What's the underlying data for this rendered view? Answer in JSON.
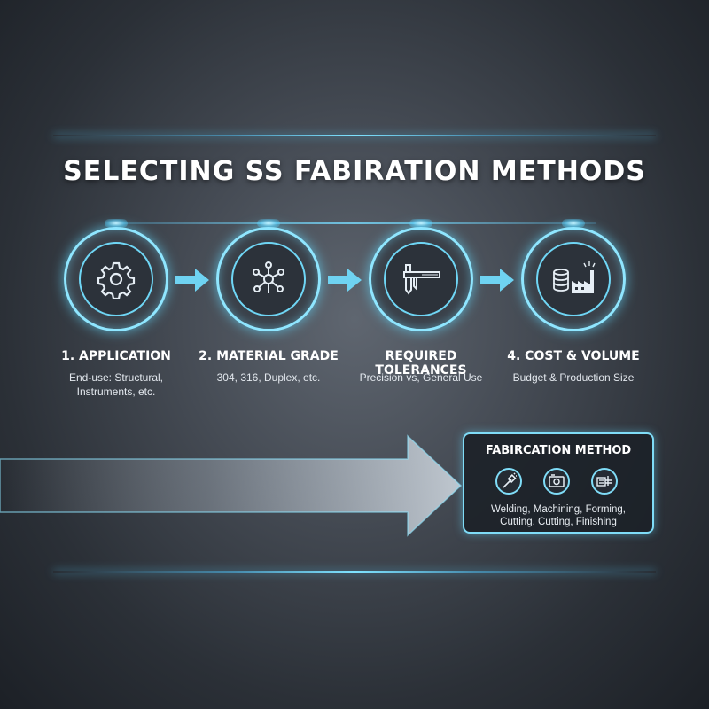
{
  "title": "SELECTING SS FABIRATION METHODS",
  "steps": [
    {
      "title": "1. APPLICATION",
      "desc": "End-use: Structural, Instruments, etc.",
      "icon": "gear-icon"
    },
    {
      "title": "2. MATERIAL GRADE",
      "desc": "304, 316, Duplex, etc.",
      "icon": "molecule-icon"
    },
    {
      "title": "REQUIRED TOLERANCES",
      "desc": "Precision vs, General Use",
      "icon": "caliper-icon"
    },
    {
      "title": "4. COST & VOLUME",
      "desc": "Budget & Production Size",
      "icon": "coins-factory-icon"
    }
  ],
  "method": {
    "title": "FABIRCATION METHOD",
    "desc_line1": "Welding, Machining, Forming,",
    "desc_line2": "Cutting, Cutting, Finishing",
    "icons": [
      "welding-torch-icon",
      "machining-icon",
      "forming-machine-icon"
    ]
  },
  "colors": {
    "accent": "#7fdcf7",
    "arrow": "#6fd3f2",
    "background": "#454b54"
  }
}
